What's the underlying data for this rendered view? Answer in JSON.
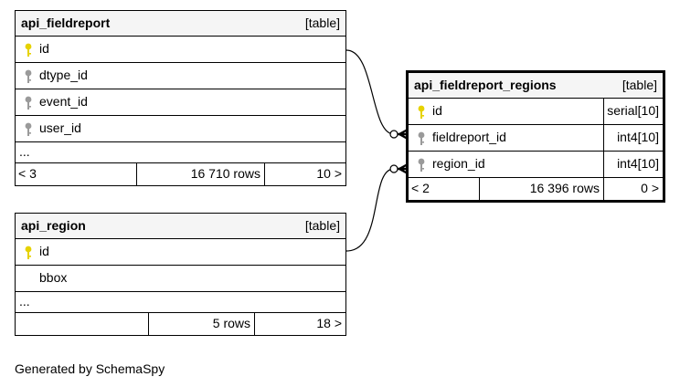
{
  "tables": {
    "fieldreport": {
      "name": "api_fieldreport",
      "type": "[table]",
      "columns": [
        {
          "name": "id",
          "key": "primary"
        },
        {
          "name": "dtype_id",
          "key": "foreign"
        },
        {
          "name": "event_id",
          "key": "foreign"
        },
        {
          "name": "user_id",
          "key": "foreign"
        }
      ],
      "more": "...",
      "footer": {
        "parents": "< 3",
        "rows": "16 710 rows",
        "children": "10 >"
      }
    },
    "region": {
      "name": "api_region",
      "type": "[table]",
      "columns": [
        {
          "name": "id",
          "key": "primary"
        },
        {
          "name": "bbox",
          "key": "none"
        }
      ],
      "more": "...",
      "footer": {
        "parents": "",
        "rows": "5 rows",
        "children": "18 >"
      }
    },
    "fieldreport_regions": {
      "name": "api_fieldreport_regions",
      "type": "[table]",
      "columns": [
        {
          "name": "id",
          "key": "primary",
          "type": "serial[10]"
        },
        {
          "name": "fieldreport_id",
          "key": "foreign",
          "type": "int4[10]"
        },
        {
          "name": "region_id",
          "key": "foreign",
          "type": "int4[10]"
        }
      ],
      "footer": {
        "parents": "< 2",
        "rows": "16 396 rows",
        "children": "0 >"
      }
    }
  },
  "colors": {
    "primary_key": "#e6d200",
    "foreign_key": "#9a9a9a",
    "header_bg": "#f5f5f5",
    "border": "#000000"
  },
  "icons": {
    "primary": "key-icon",
    "foreign": "key-icon"
  },
  "caption": "Generated by SchemaSpy"
}
